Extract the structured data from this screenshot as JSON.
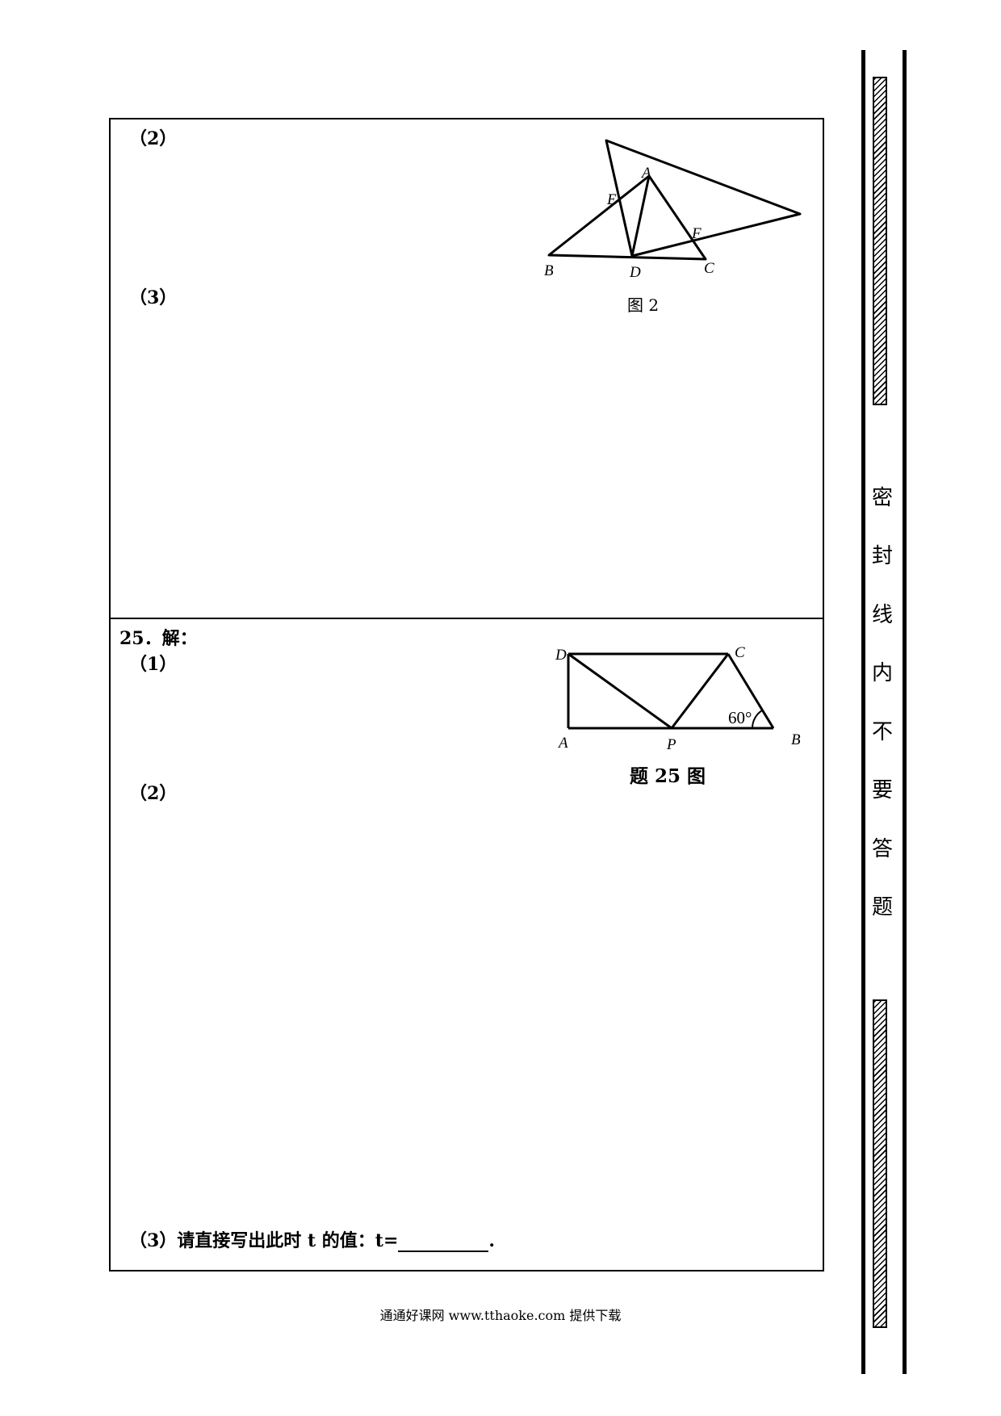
{
  "section_top": {
    "part2_label": "（2）",
    "part3_label": "（3）",
    "figure": {
      "points": {
        "A": "A",
        "B": "B",
        "C": "C",
        "D": "D",
        "E": "E",
        "F": "F"
      },
      "caption": "图 2"
    }
  },
  "section_bottom": {
    "heading": "25．解：",
    "part1_label": "（1）",
    "part2_label": "（2）",
    "part3_text": "（3）请直接写出此时 t 的值：t=",
    "part3_end": ".",
    "figure": {
      "points": {
        "A": "A",
        "B": "B",
        "C": "C",
        "D": "D",
        "P": "P"
      },
      "angle": "60°",
      "caption": "题 25 图"
    }
  },
  "seal": {
    "chars": [
      "密",
      "封",
      "线",
      "内",
      "不",
      "要",
      "答",
      "题"
    ]
  },
  "footer": {
    "text": "通通好课网  www.tthaoke.com  提供下载"
  }
}
